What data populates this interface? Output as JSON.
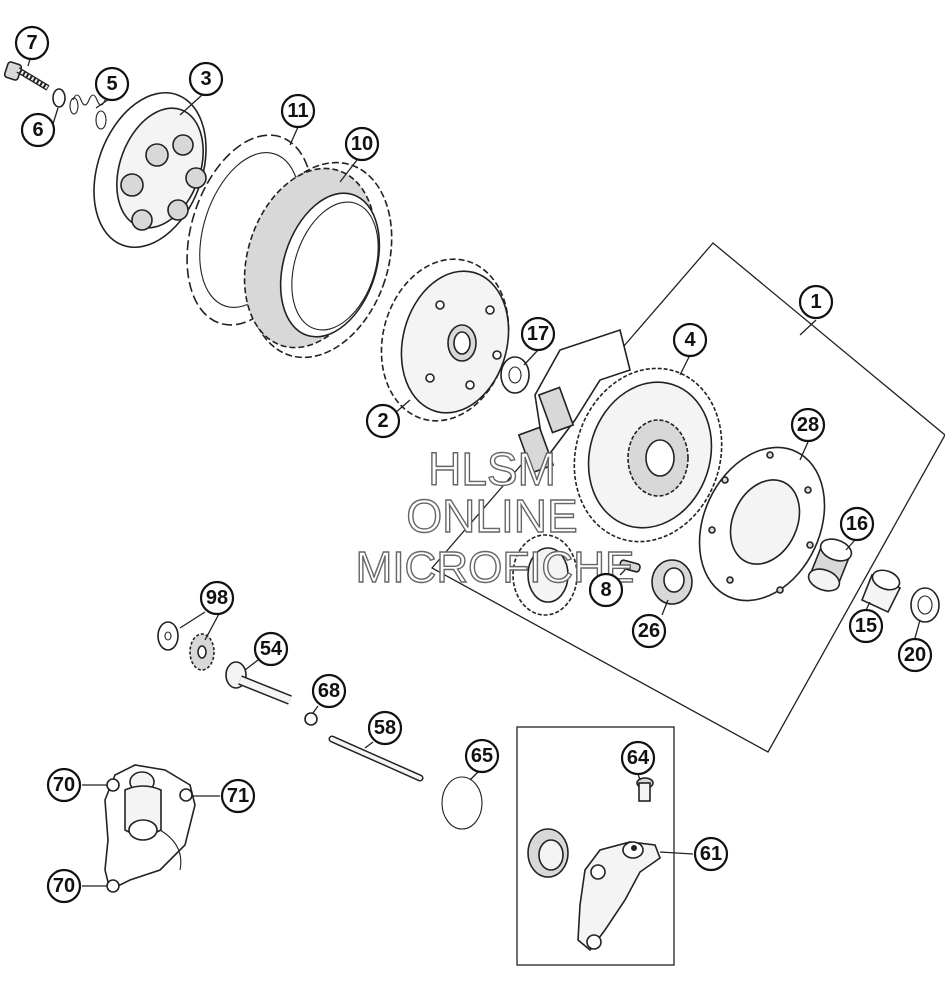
{
  "callouts": [
    {
      "id": "c1",
      "label": "1"
    },
    {
      "id": "c2",
      "label": "2"
    },
    {
      "id": "c3",
      "label": "3"
    },
    {
      "id": "c4",
      "label": "4"
    },
    {
      "id": "c5",
      "label": "5"
    },
    {
      "id": "c6",
      "label": "6"
    },
    {
      "id": "c7",
      "label": "7"
    },
    {
      "id": "c8",
      "label": "8"
    },
    {
      "id": "c10",
      "label": "10"
    },
    {
      "id": "c11",
      "label": "11"
    },
    {
      "id": "c15",
      "label": "15"
    },
    {
      "id": "c16",
      "label": "16"
    },
    {
      "id": "c17",
      "label": "17"
    },
    {
      "id": "c20",
      "label": "20"
    },
    {
      "id": "c26",
      "label": "26"
    },
    {
      "id": "c28",
      "label": "28"
    },
    {
      "id": "c54",
      "label": "54"
    },
    {
      "id": "c58",
      "label": "58"
    },
    {
      "id": "c61",
      "label": "61"
    },
    {
      "id": "c64",
      "label": "64"
    },
    {
      "id": "c65",
      "label": "65"
    },
    {
      "id": "c68",
      "label": "68"
    },
    {
      "id": "c70a",
      "label": "70"
    },
    {
      "id": "c70b",
      "label": "70"
    },
    {
      "id": "c71",
      "label": "71"
    },
    {
      "id": "c98",
      "label": "98"
    }
  ],
  "watermark": {
    "line1": "HLSM",
    "line2": "ONLINE",
    "line3": "MICROFICHE"
  }
}
